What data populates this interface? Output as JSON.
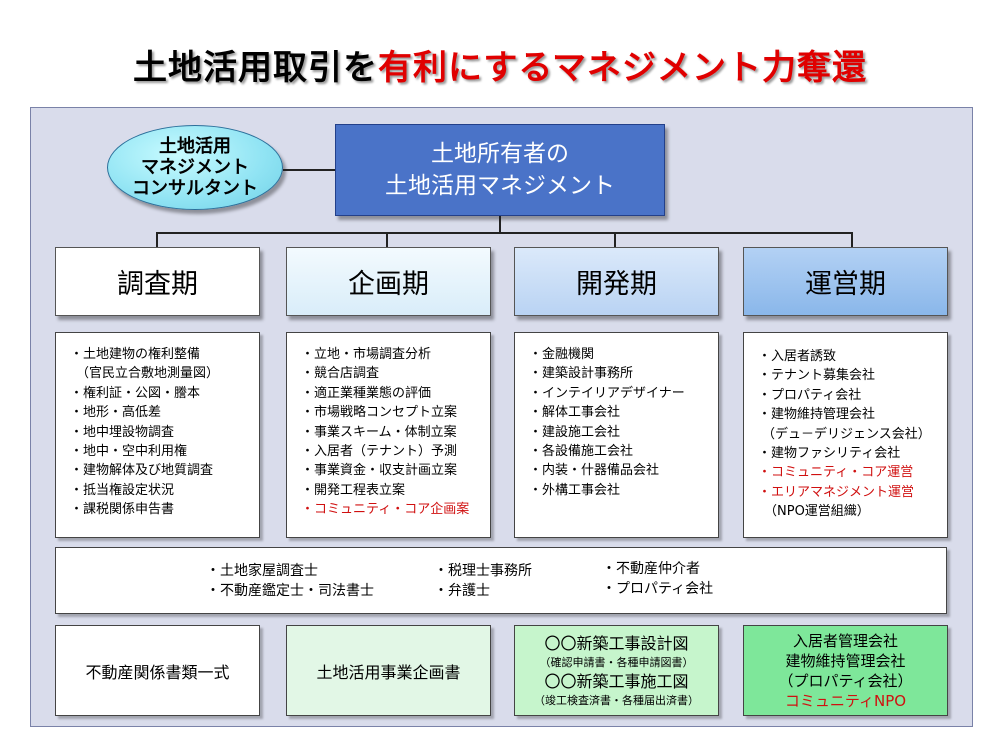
{
  "title": {
    "part1": "土地活用取引を",
    "part2": "有利にするマネジメント力奪還"
  },
  "consultant": {
    "line1": "土地活用",
    "line2": "マネジメント",
    "line3": "コンサルタント"
  },
  "owner": {
    "line1": "土地所有者の",
    "line2": "土地活用マネジメント"
  },
  "phases": [
    {
      "label": "調査期",
      "items": [
        {
          "text": "・土地建物の権利整備",
          "red": false
        },
        {
          "text": "（官民立合敷地測量図）",
          "red": false
        },
        {
          "text": "・権利証・公図・謄本",
          "red": false
        },
        {
          "text": "・地形・高低差",
          "red": false
        },
        {
          "text": "・地中埋設物調査",
          "red": false
        },
        {
          "text": "・地中・空中利用権",
          "red": false
        },
        {
          "text": "・建物解体及び地質調査",
          "red": false
        },
        {
          "text": "・抵当権設定状況",
          "red": false
        },
        {
          "text": "・課税関係申告書",
          "red": false
        }
      ]
    },
    {
      "label": "企画期",
      "items": [
        {
          "text": "・立地・市場調査分析",
          "red": false
        },
        {
          "text": "・競合店調査",
          "red": false
        },
        {
          "text": "・適正業種業態の評価",
          "red": false
        },
        {
          "text": "・市場戦略コンセプト立案",
          "red": false
        },
        {
          "text": "・事業スキーム・体制立案",
          "red": false
        },
        {
          "text": "・入居者（テナント）予測",
          "red": false
        },
        {
          "text": "・事業資金・収支計画立案",
          "red": false
        },
        {
          "text": "・開発工程表立案",
          "red": false
        },
        {
          "text": "・コミュニティ・コア企画案",
          "red": true
        }
      ]
    },
    {
      "label": "開発期",
      "items": [
        {
          "text": "・金融機関",
          "red": false
        },
        {
          "text": "・建築設計事務所",
          "red": false
        },
        {
          "text": "・インテイリアデザイナー",
          "red": false
        },
        {
          "text": "・解体工事会社",
          "red": false
        },
        {
          "text": "・建設施工会社",
          "red": false
        },
        {
          "text": "・各設備施工会社",
          "red": false
        },
        {
          "text": "・内装・什器備品会社",
          "red": false
        },
        {
          "text": "・外構工事会社",
          "red": false
        }
      ]
    },
    {
      "label": "運営期",
      "items": [
        {
          "text": "・入居者誘致",
          "red": false
        },
        {
          "text": "・テナント募集会社",
          "red": false
        },
        {
          "text": "・プロパティ会社",
          "red": false
        },
        {
          "text": "・建物維持管理会社",
          "red": false
        },
        {
          "text": "（デュ－デリジェンス会社）",
          "red": false
        },
        {
          "text": "・建物ファシリティ会社",
          "red": false
        },
        {
          "text": "・コミュニティ・コア運営",
          "red": true
        },
        {
          "text": "・エリアマネジメント運営",
          "red": true
        },
        {
          "text": "（NPO運営組織）",
          "red": false
        }
      ]
    }
  ],
  "shared": {
    "col1": [
      "・土地家屋調査士",
      "・不動産鑑定士・司法書士"
    ],
    "col2": [
      "・税理士事務所",
      "・弁護士"
    ],
    "col3": [
      "・不動産仲介者",
      "・プロパティ会社"
    ]
  },
  "deliverables": {
    "d1": "不動産関係書類一式",
    "d2": "土地活用事業企画書",
    "d3": {
      "line1": "〇〇新築工事設計図",
      "line2": "（確認申請書・各種申請図書）",
      "line3": "〇〇新築工事施工図",
      "line4": "（竣工検査済書・各種届出済書）"
    },
    "d4": {
      "line1": "入居者管理会社",
      "line2": "建物維持管理会社",
      "line3": "（プロパティ会社）",
      "line4": "コミュニティNPO"
    }
  },
  "colors": {
    "title_accent": "#e00000",
    "panel_bg": "#d9dceb",
    "owner_box": "#4a73c8",
    "consultant_ellipse": "#8fe3f3",
    "phase_survey": "#ffffff",
    "phase_planning": "#e6f3fb",
    "phase_development": "#c6dcf6",
    "phase_operation": "#9ec4ef",
    "deliverable_planning": "#e2f7e6",
    "deliverable_development": "#c6f5cc",
    "deliverable_operation": "#7ee79a",
    "highlight_text": "#d01010"
  }
}
